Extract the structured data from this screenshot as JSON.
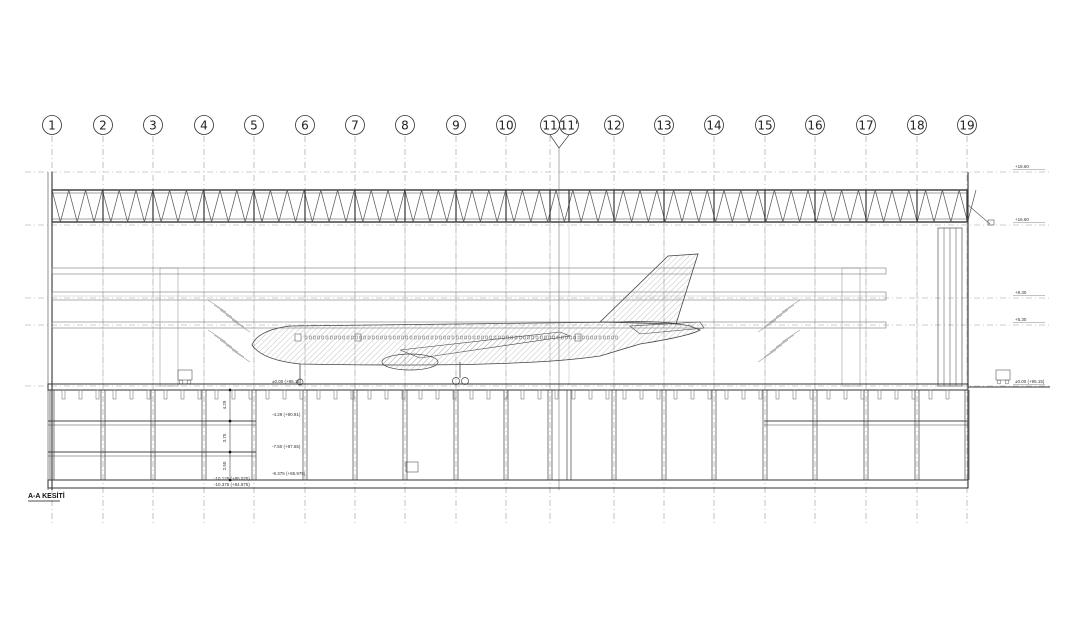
{
  "drawing_title": "A-A KESİTİ",
  "grid_axes": [
    {
      "label": "1"
    },
    {
      "label": "2"
    },
    {
      "label": "3"
    },
    {
      "label": "4"
    },
    {
      "label": "5"
    },
    {
      "label": "6"
    },
    {
      "label": "7"
    },
    {
      "label": "8"
    },
    {
      "label": "9"
    },
    {
      "label": "10"
    },
    {
      "label": "11"
    },
    {
      "label": "11'"
    },
    {
      "label": "12"
    },
    {
      "label": "13"
    },
    {
      "label": "14"
    },
    {
      "label": "15"
    },
    {
      "label": "16"
    },
    {
      "label": "17"
    },
    {
      "label": "18"
    },
    {
      "label": "19"
    }
  ],
  "level_tags_right": [
    "+18.60",
    "+16.60",
    "+8.30",
    "+5.30",
    "±0.00 (+95.15)"
  ],
  "level_tags_inner": [
    "±0.00 (+95.15)",
    "-4.29 (+90.91)",
    "-7.50 (+87.65)",
    "-9.375 (+85.975)",
    "-10.125 (+85.025)",
    "-10.375 (+84.975)"
  ],
  "dimensions": [
    "4.29",
    "3.75",
    "2.50"
  ],
  "colors": {
    "line": "#444444",
    "hatch": "#9a9a9a",
    "axis": "#999999"
  }
}
